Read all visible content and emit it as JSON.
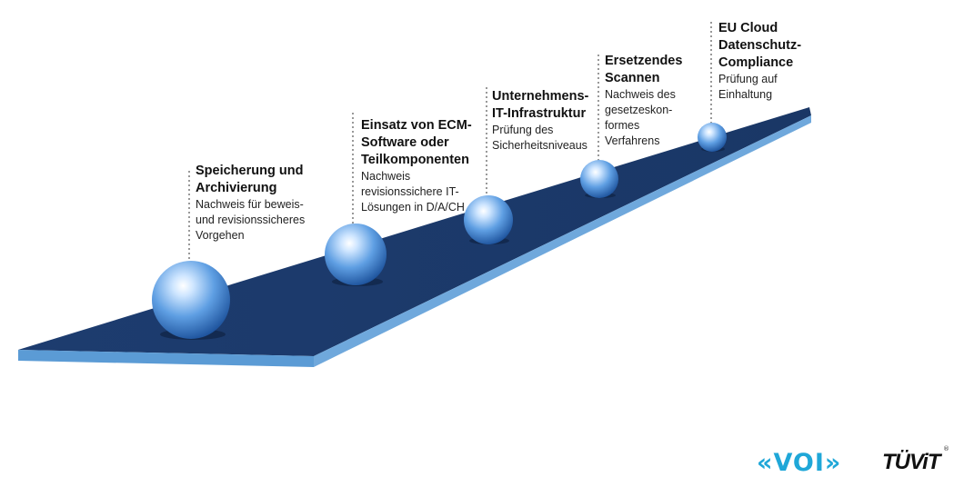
{
  "steps": [
    {
      "title": "Speicherung und\nArchivierung",
      "desc": "Nachweis für beweis-\nund revisionssicheres\nVorgehen"
    },
    {
      "title": "Einsatz von ECM-\nSoftware oder\nTeilkomponenten",
      "desc": "Nachweis\nrevisionssichere IT-\nLösungen in D/A/CH"
    },
    {
      "title": "Unternehmens-\nIT-Infrastruktur",
      "desc": "Prüfung des\nSicherheitsniveaus"
    },
    {
      "title": "Ersetzendes\nScannen",
      "desc": "Nachweis des\ngesetzeskon-\nformes\nVerfahrens"
    },
    {
      "title": "EU Cloud\nDatenschutz-\nCompliance",
      "desc": "Prüfung auf\nEinhaltung"
    }
  ],
  "logos": {
    "voi": "«VOI»",
    "tuvit": "TÜViT",
    "tuvit_mark": "®"
  },
  "colors": {
    "ramp_top": "#1b3a6b",
    "ramp_edge": "#5b9bd5",
    "sphere_light": "#d6ebff",
    "sphere_mid": "#6aa9e8",
    "sphere_dark": "#1e5aa6",
    "voi_blue": "#1fa7d8"
  }
}
